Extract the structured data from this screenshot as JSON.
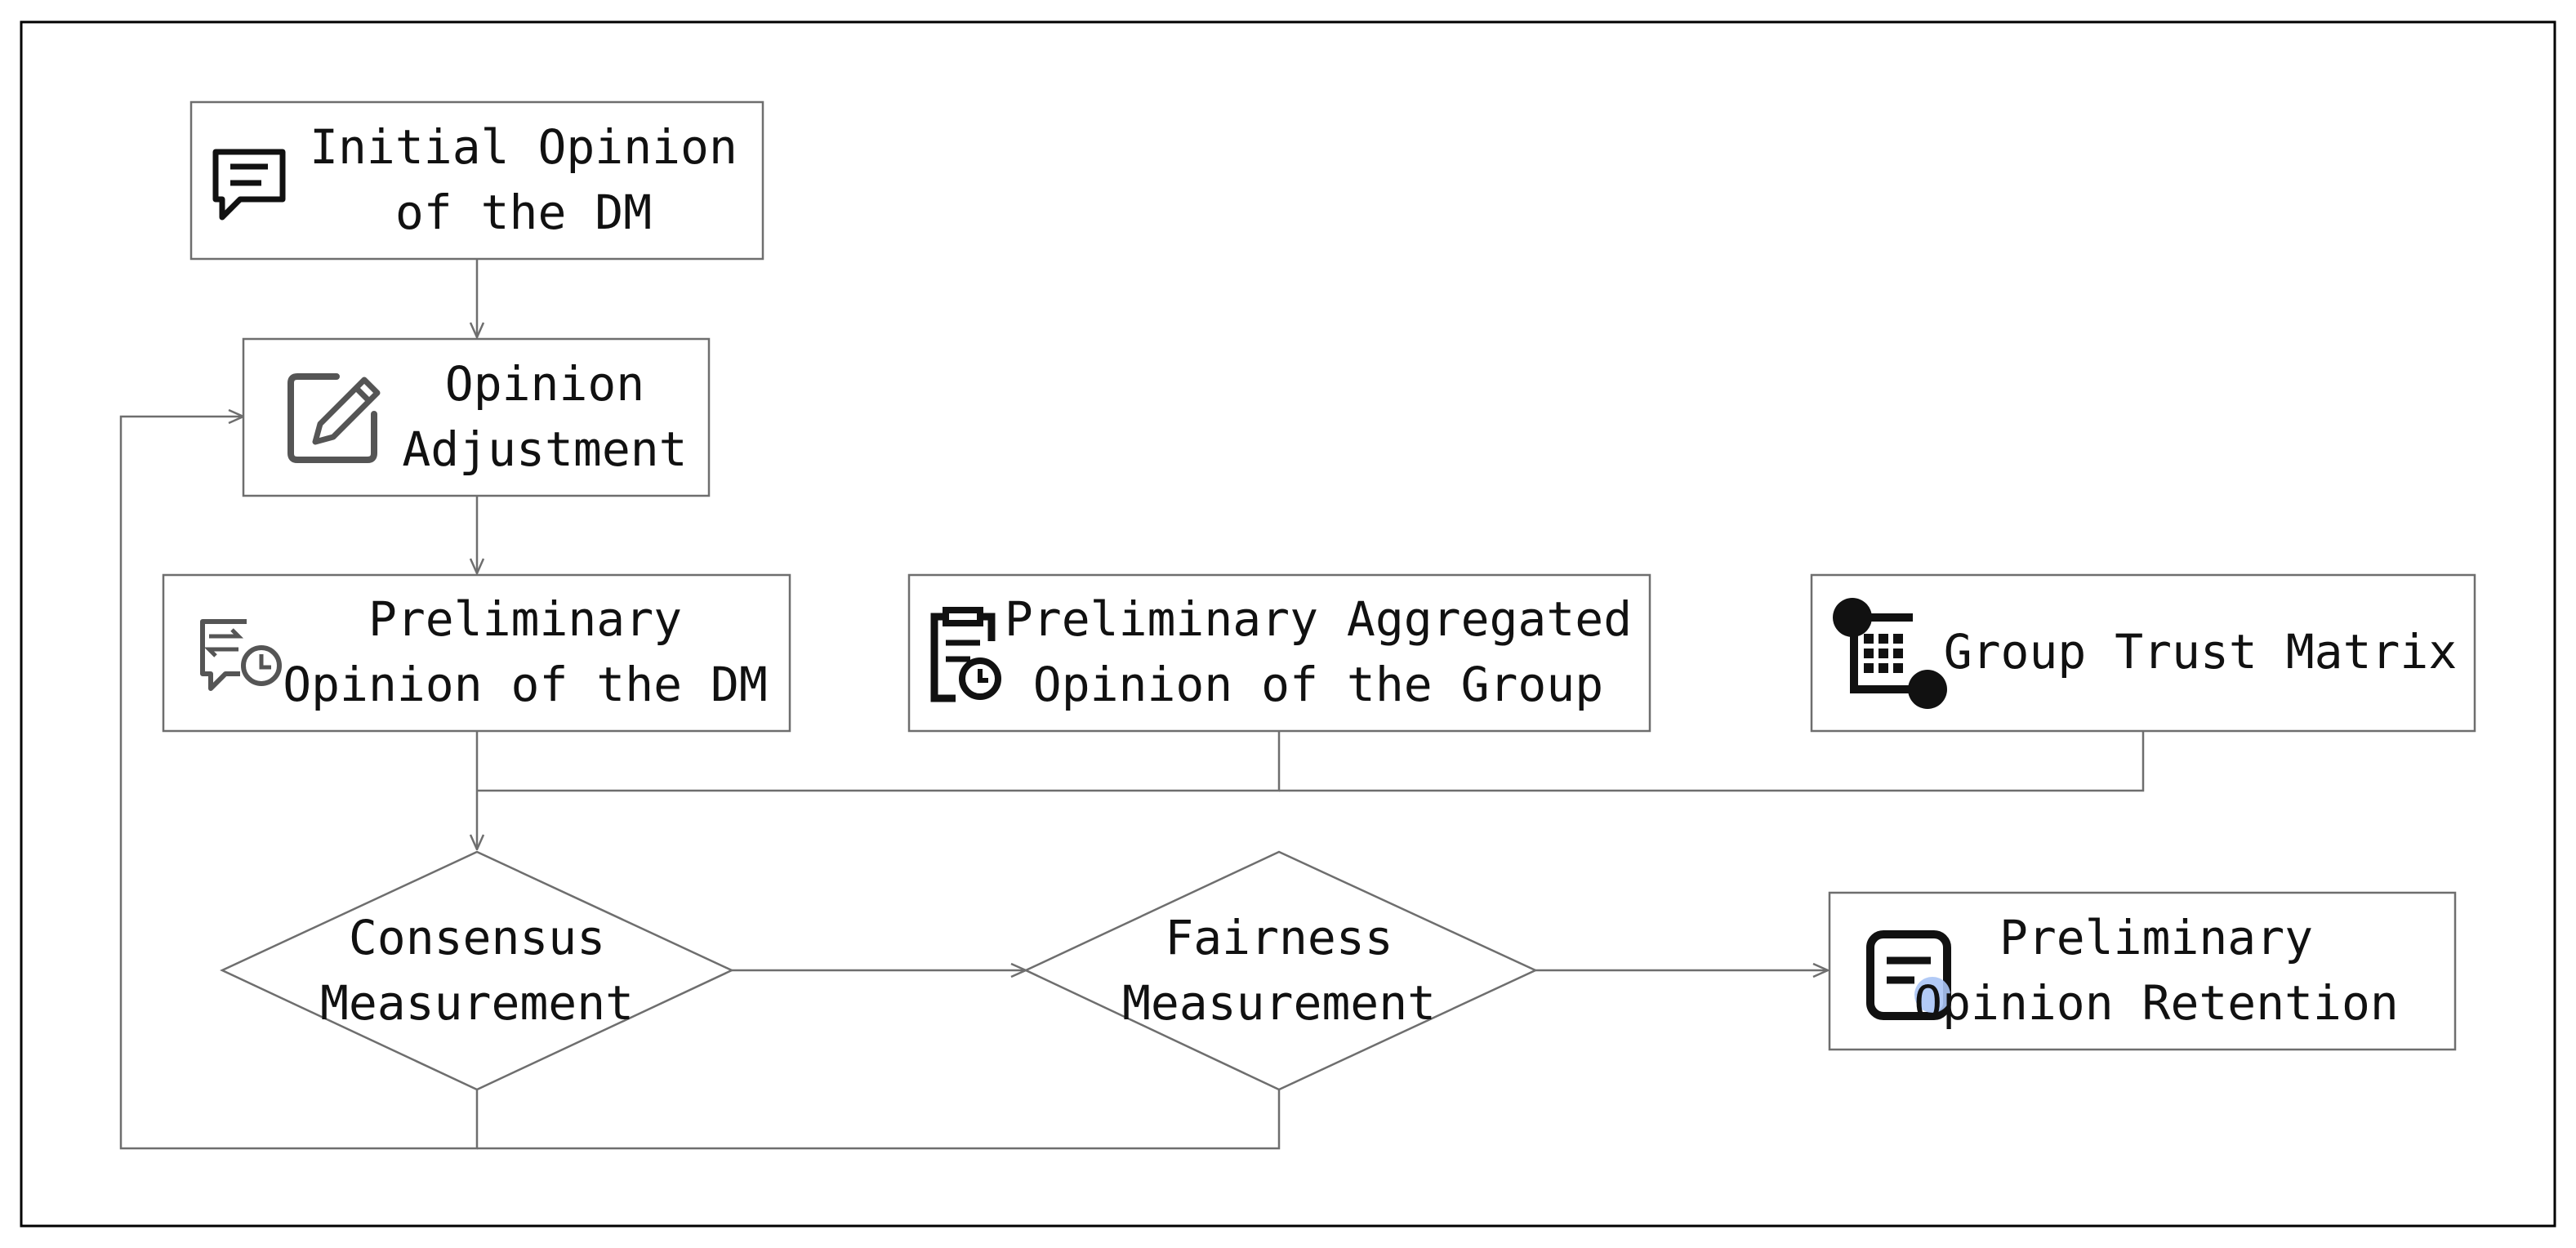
{
  "nodes": {
    "initial_opinion": {
      "line1": "Initial Opinion",
      "line2": "of the DM",
      "icon": "chat-message-icon"
    },
    "opinion_adjustment": {
      "line1": "Opinion",
      "line2": "Adjustment",
      "icon": "edit-pencil-icon"
    },
    "preliminary_opinion_dm": {
      "line1": "Preliminary",
      "line2": "Opinion of the DM",
      "icon": "chat-clock-icon"
    },
    "preliminary_aggregated": {
      "line1": "Preliminary Aggregated",
      "line2": "Opinion of the Group",
      "icon": "clipboard-clock-icon"
    },
    "group_trust_matrix": {
      "line1": "Group Trust Matrix",
      "icon": "matrix-network-icon"
    },
    "consensus_measurement": {
      "line1": "Consensus",
      "line2": "Measurement"
    },
    "fairness_measurement": {
      "line1": "Fairness",
      "line2": "Measurement"
    },
    "preliminary_retention": {
      "line1": "Preliminary",
      "line2": "Opinion Retention",
      "icon": "document-badge-icon"
    }
  },
  "colors": {
    "node_border": "#6e6e6e",
    "frame_border": "#000000",
    "icon_dark": "#111111",
    "icon_gray": "#555555",
    "badge_blue": "#aac4f5"
  }
}
